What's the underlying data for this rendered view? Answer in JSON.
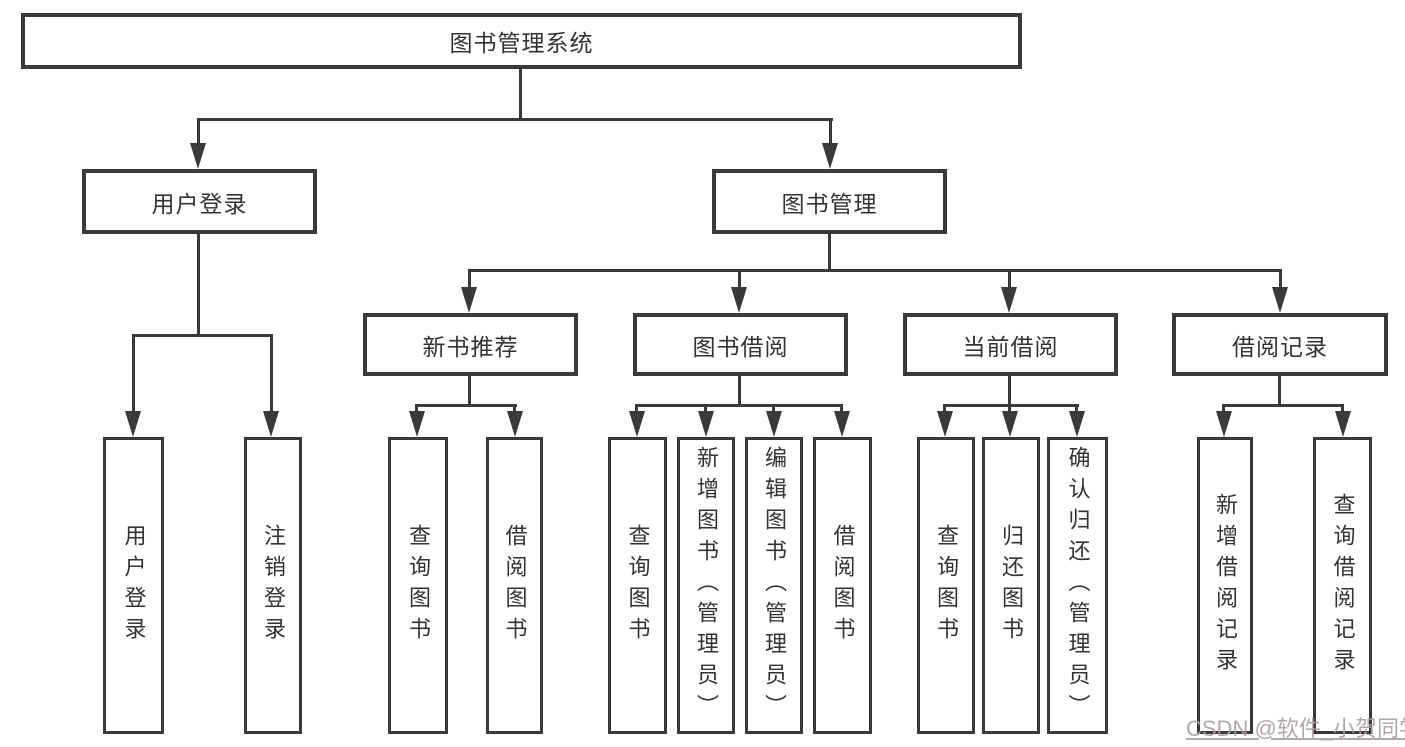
{
  "nodes": {
    "root": "图书管理系统",
    "user_login": "用户登录",
    "book_mgmt": "图书管理",
    "new_book_rec": "新书推荐",
    "book_borrow": "图书借阅",
    "current_borrow": "当前借阅",
    "borrow_records": "借阅记录",
    "leaf_user_login": "用户登录",
    "leaf_logout": "注销登录",
    "leaf_rec_query": "查询图书",
    "leaf_rec_borrow": "借阅图书",
    "leaf_bb_query": "查询图书",
    "leaf_bb_add": "新增图书（管理员）",
    "leaf_bb_edit": "编辑图书（管理员）",
    "leaf_bb_borrow": "借阅图书",
    "leaf_cb_query": "查询图书",
    "leaf_cb_return": "归还图书",
    "leaf_cb_confirm": "确认归还（管理员）",
    "leaf_br_add": "新增借阅记录",
    "leaf_br_query": "查询借阅记录"
  },
  "watermark": {
    "text": "CSDN @软件_小贺同学"
  },
  "colors": {
    "line": "#3a3a3a",
    "text": "#333333",
    "watermark": "#a8a0a0",
    "background": "#ffffff"
  }
}
